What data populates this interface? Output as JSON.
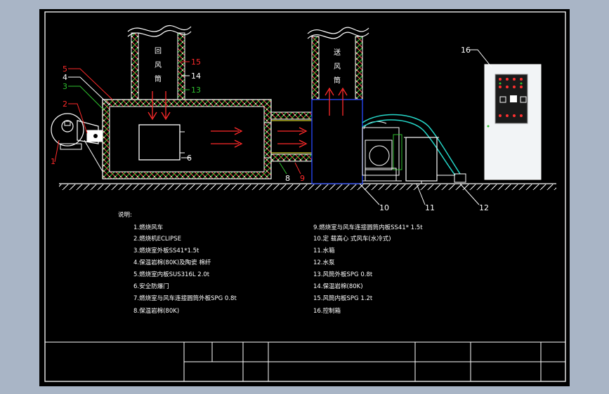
{
  "colors": {
    "window_bg": "#a9b5c6",
    "sheet_bg": "#000000",
    "line": "#ffffff",
    "red": "#ff2a2a",
    "green": "#2ec02e",
    "yellow": "#ffff33",
    "blue": "#2a4bff",
    "cyan": "#25d6c8",
    "panel": "#f2f4f6"
  },
  "drawing": {
    "exhaust_duct_label": [
      "回",
      "风",
      "筒"
    ],
    "supply_duct_label": [
      "送",
      "风",
      "筒"
    ],
    "callouts": [
      "1",
      "2",
      "3",
      "4",
      "5",
      "6",
      "8",
      "9",
      "10",
      "11",
      "12",
      "13",
      "14",
      "15",
      "16"
    ]
  },
  "legend": {
    "title": "说明:",
    "left": [
      "1.燃烧风车",
      "2.燃烧机ECLIPSE",
      "3.燃烧室外板SS41*1.5t",
      "4.保温岩棉(80K)及陶瓷 棉纤",
      "5.燃烧室内板SUS316L 2.0t",
      "6.安全防爆门",
      "7.燃烧室与风车连接圆筒外板SPG 0.8t",
      "8.保温岩棉(80K)"
    ],
    "right": [
      "9.燃烧室与风车连接圆筒内板SS41* 1.5t",
      "10.定 载高心 式风车(水冷式)",
      "11.水箱",
      "12.水泵",
      "13.风筒外板SPG 0.8t",
      "14.保温岩棉(80K)",
      "15.风筒内板SPG 1.2t",
      "16.控制箱"
    ]
  }
}
